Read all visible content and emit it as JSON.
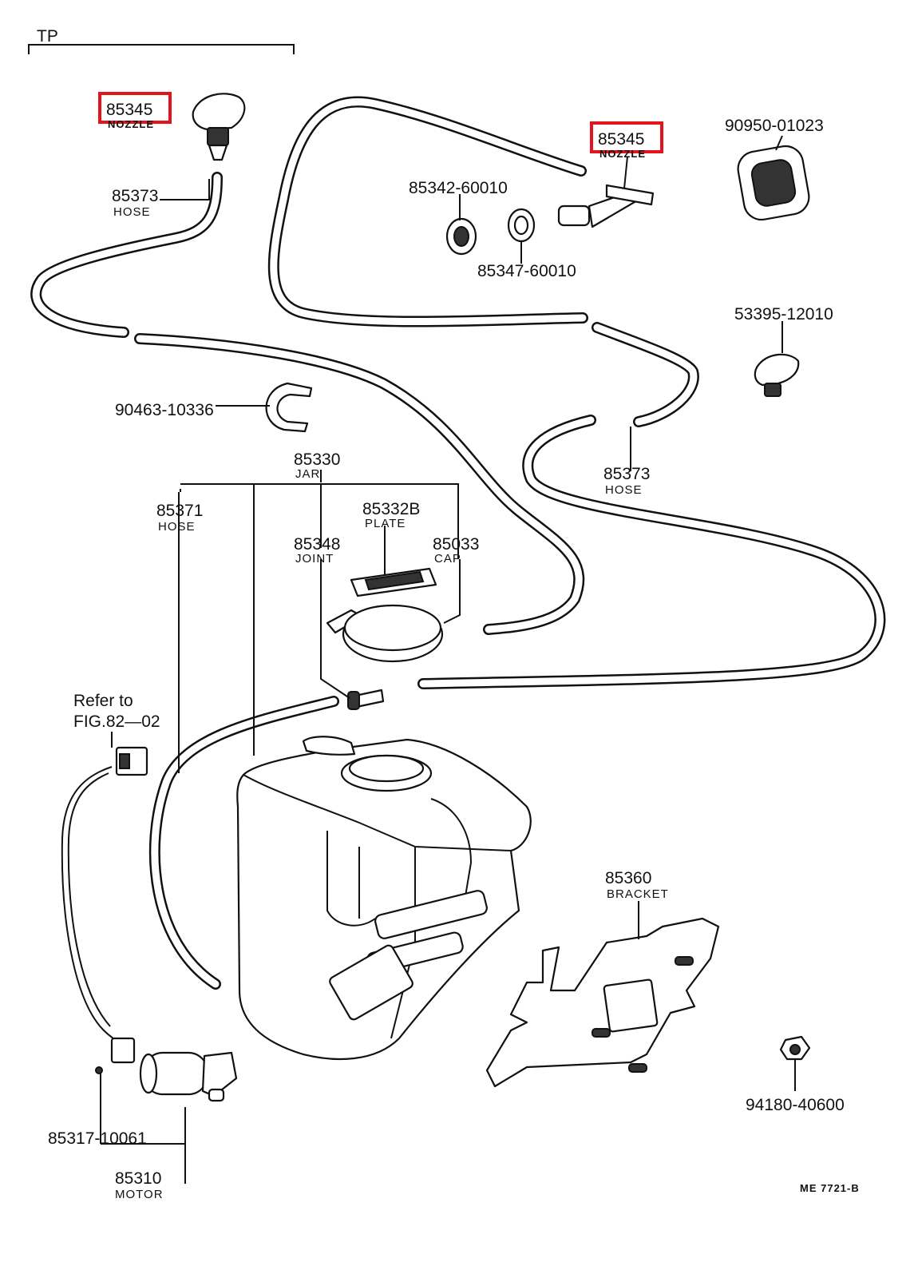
{
  "section_label": "TP",
  "drawing_code": "ME 7721-B",
  "highlight_color": "#e3141b",
  "refer_note": {
    "line1": "Refer to",
    "line2": "FIG.82—02"
  },
  "parts": {
    "nozzle_left": {
      "number": "85345",
      "name": "NOZZLE"
    },
    "nozzle_right": {
      "number": "85345",
      "name": "NOZZLE"
    },
    "hose_left": {
      "number": "85373",
      "name": "HOSE"
    },
    "hose_right": {
      "number": "85373",
      "name": "HOSE"
    },
    "hose_main": {
      "number": "85371",
      "name": "HOSE"
    },
    "seal_a": {
      "number": "85342-60010"
    },
    "seal_b": {
      "number": "85347-60010"
    },
    "grommet": {
      "number": "90950-01023"
    },
    "nozzle_alt": {
      "number": "53395-12010"
    },
    "clamp": {
      "number": "90463-10336"
    },
    "jar": {
      "number": "85330",
      "name": "JAR"
    },
    "plate": {
      "number": "85332B",
      "name": "PLATE"
    },
    "joint": {
      "number": "85348",
      "name": "JOINT"
    },
    "cap": {
      "number": "85033",
      "name": "CAP"
    },
    "bracket": {
      "number": "85360",
      "name": "BRACKET"
    },
    "nut": {
      "number": "94180-40600"
    },
    "grommet_motor": {
      "number": "85317-10061"
    },
    "motor": {
      "number": "85310",
      "name": "MOTOR"
    }
  }
}
